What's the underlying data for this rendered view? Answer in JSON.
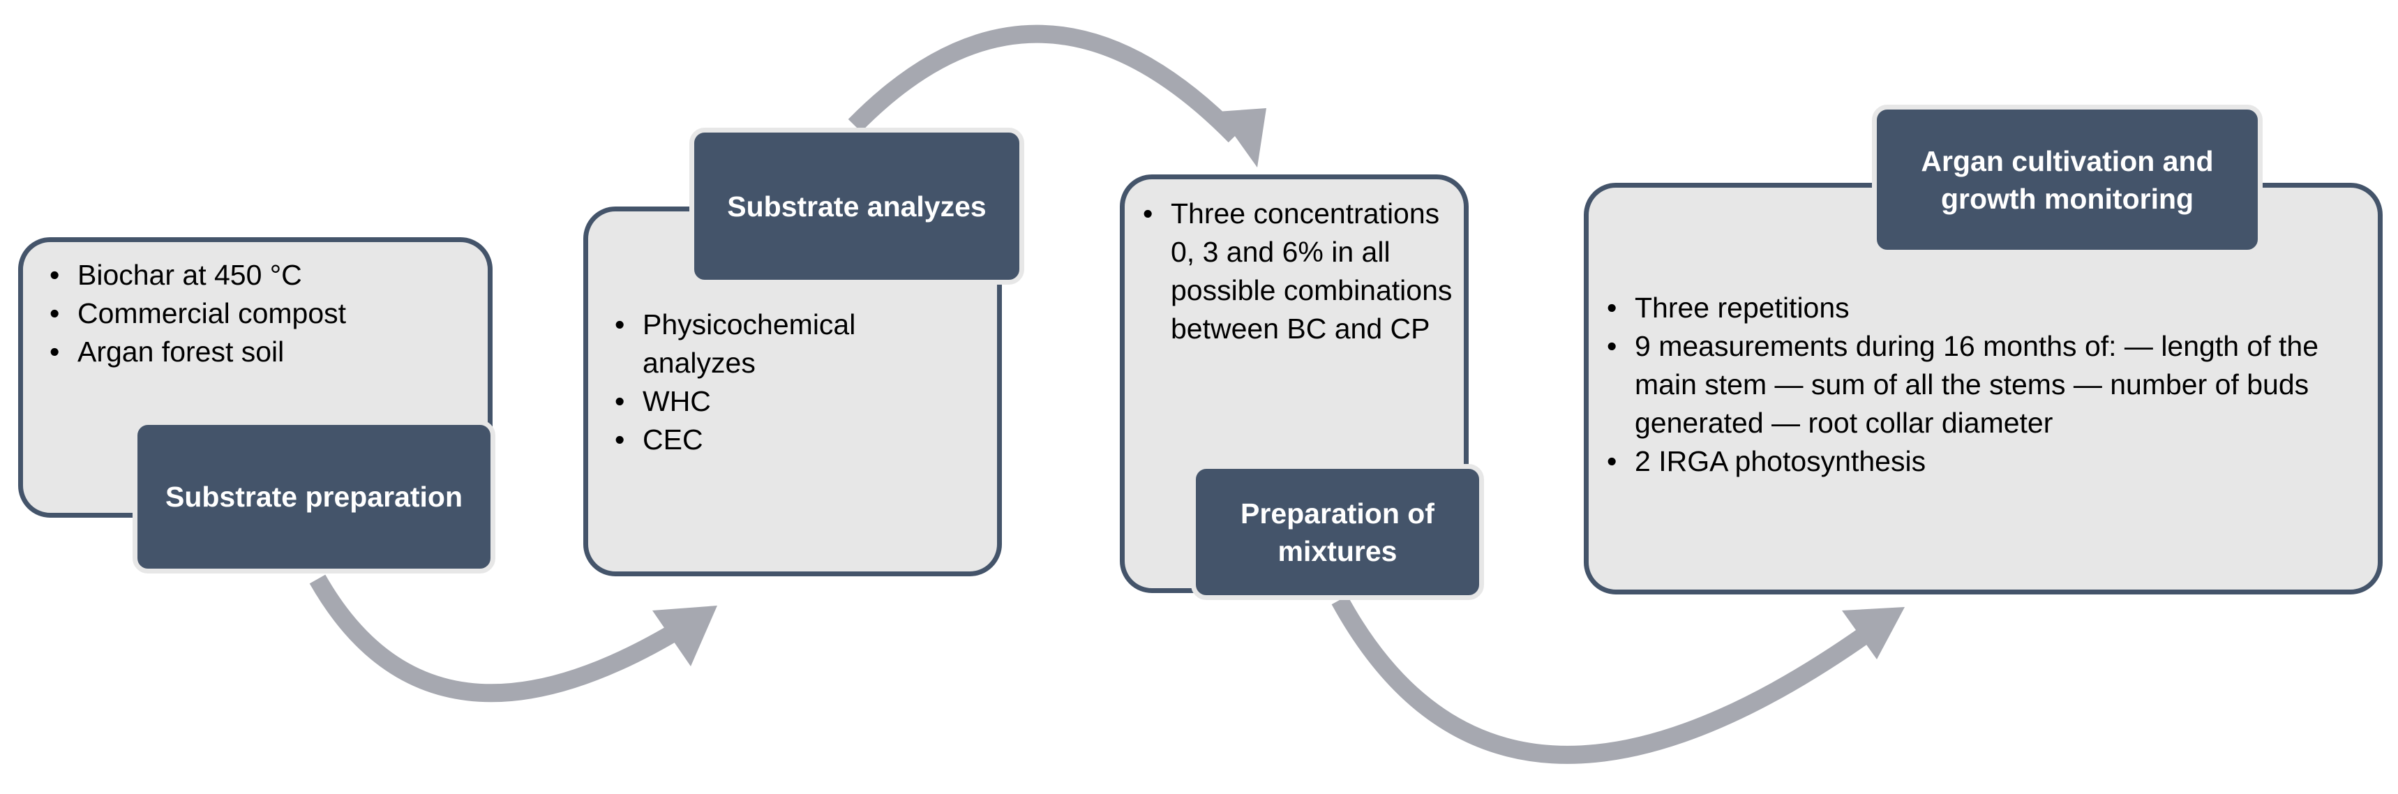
{
  "steps": [
    {
      "title": "Substrate preparation",
      "items": [
        "Biochar at 450 °C",
        "Commercial compost",
        "Argan forest soil"
      ]
    },
    {
      "title": "Substrate analyzes",
      "items": [
        "Physicochemical analyzes",
        "WHC",
        "CEC"
      ]
    },
    {
      "title": "Preparation of mixtures",
      "items": [
        "Three concentrations 0, 3 and 6% in all possible combinations between BC and CP"
      ]
    },
    {
      "title": "Argan cultivation and growth monitoring",
      "items": [
        "Three repetitions",
        "9 measurements during 16 months of: — length of the main stem — sum of all the stems — number of buds generated — root collar diameter",
        "2 IRGA photosynthesis"
      ]
    }
  ],
  "bullet_symbol": "•",
  "colors": {
    "box_fill": "#e7e7e7",
    "box_border": "#44546a",
    "title_fill": "#44546a",
    "arrow": "#a6a8b0"
  }
}
